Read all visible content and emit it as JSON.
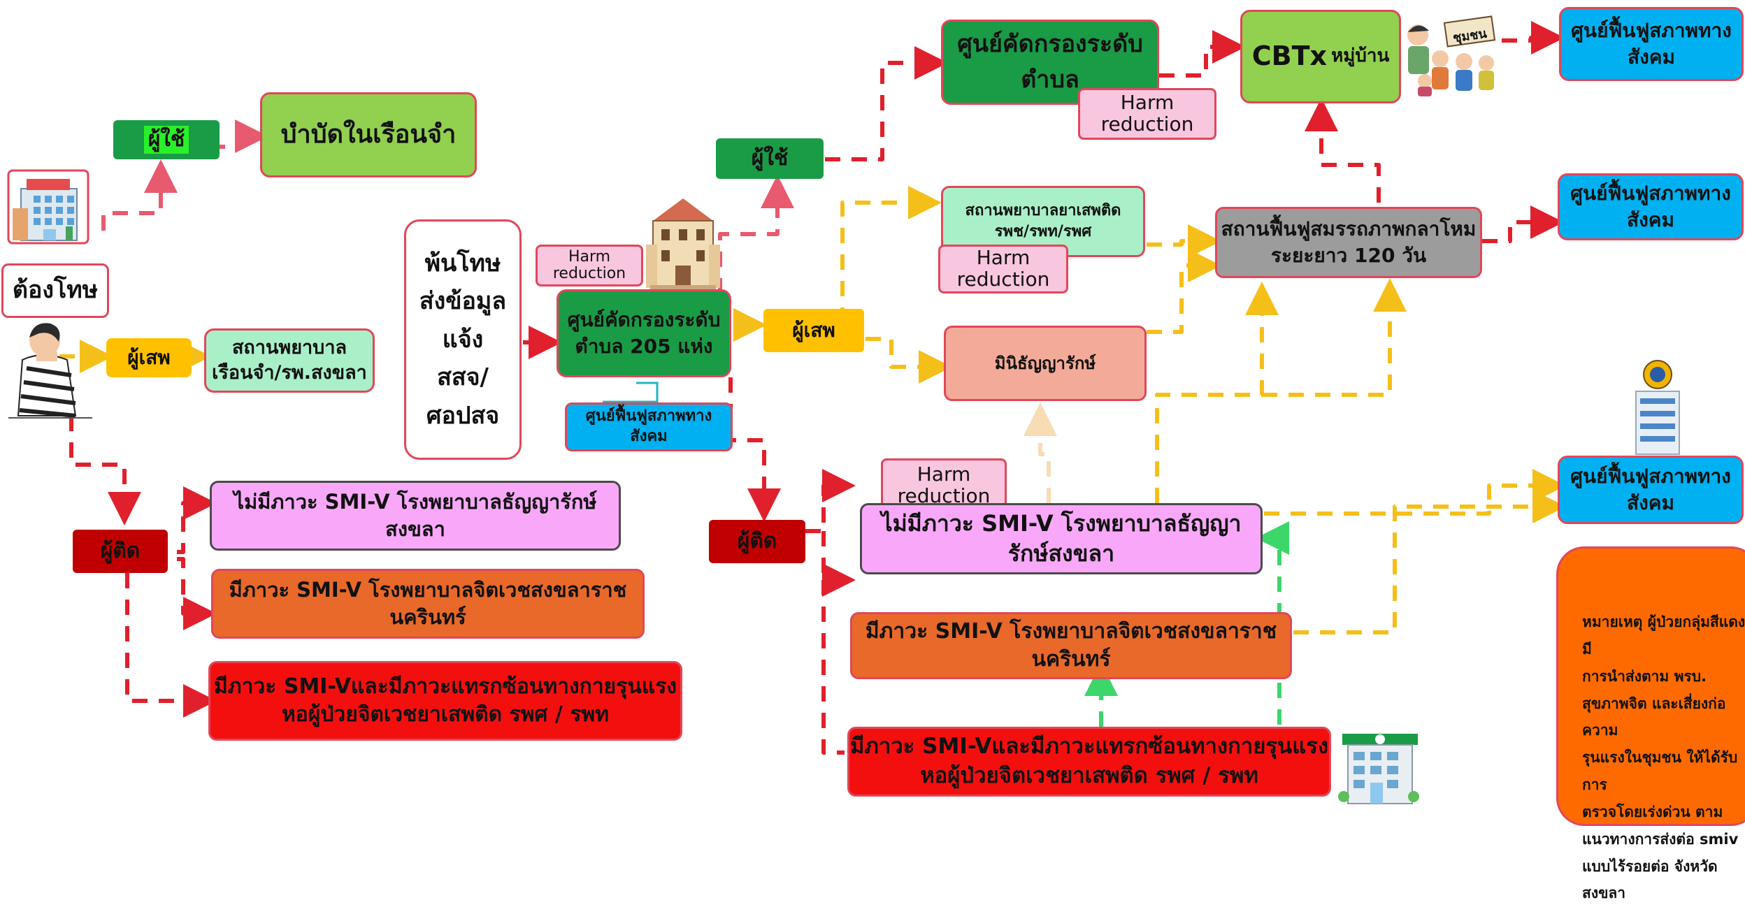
{
  "colors": {
    "red_arrow": "#e0202c",
    "yellow_arrow": "#f5bf1a",
    "green_arrow": "#3cd66a",
    "peach_arrow": "#f7dcb4",
    "pink_arrow": "#e85a6e",
    "teal_line": "#22b5c0",
    "light_green": "#92d050",
    "dark_green": "#1a9b46",
    "mint": "#a9f0c9",
    "salmon": "#f4aa98",
    "pink_box": "#f9a8f9",
    "harm_pink": "#f9c6df",
    "orange_box": "#e8692a",
    "red_box": "#f40f0f",
    "blue_box": "#00b0f0",
    "gray_box": "#9c9c9c",
    "yellow_tag": "#ffc000",
    "dark_red_tag": "#c00000",
    "note_orange": "#ff6a00"
  },
  "left": {
    "person_label": "ต้องโทษ",
    "user_tag": "ผู้ใช้",
    "user_target": "บำบัดในเรือนจำ",
    "addict_tag": "ผู้เสพ",
    "addict_target": [
      "สถานพยาบาล",
      "เรือนจำ/รพ.สงขลา"
    ],
    "dependent_tag": "ผู้ติด",
    "smi_none": "ไม่มีภาวะ SMI-V โรงพยาบาลธัญญารักษ์สงขลา",
    "smi_yes": "มีภาวะ SMI-V โรงพยาบาลจิตเวชสงขลาราชนครินทร์",
    "smi_violent": [
      "มีภาวะ SMI-Vและมีภาวะแทรกซ้อนทางกายรุนแรง",
      "หอผู้ป่วยจิตเวชยาเสพติด รพศ / รพท"
    ]
  },
  "release": {
    "text": [
      "พ้นโทษ",
      "ส่งข้อมูล",
      "แจ้ง",
      "สสจ/",
      "ศอปสจ"
    ],
    "harm": "Harm reduction",
    "screening": [
      "ศูนย์คัดกรองระดับ",
      "ตำบล 205 แห่ง"
    ],
    "rehab_small": [
      "ศูนย์ฟื้นฟูสภาพทาง",
      "สังคม"
    ]
  },
  "middle": {
    "user_tag": "ผู้ใช้",
    "addict_tag": "ผู้เสพ",
    "dependent_tag": "ผู้ติด",
    "tambon_screening": [
      "ศูนย์คัดกรองระดับ",
      "ตำบล"
    ],
    "harm_top": "Harm reduction",
    "clinic": [
      "สถานพยาบาลยาเสพติด",
      "รพช/รพท/รพศ"
    ],
    "harm_clinic": "Harm reduction",
    "mini_thanya": "มินิธัญญารักษ์",
    "harm_lower": "Harm reduction",
    "smi_none": "ไม่มีภาวะ SMI-V โรงพยาบาลธัญญารักษ์สงขลา",
    "smi_yes": "มีภาวะ SMI-V โรงพยาบาลจิตเวชสงขลาราชนครินทร์",
    "smi_violent": [
      "มีภาวะ SMI-Vและมีภาวะแทรกซ้อนทางกายรุนแรง",
      "หอผู้ป่วยจิตเวชยาเสพติด รพศ / รพท"
    ]
  },
  "right": {
    "cbtx": "CBTx",
    "cbtx_small": "หมู่บ้าน",
    "community_sign": "ชุมชน",
    "rehab_center": [
      "สถานฟื้นฟูสมรรถภาพกลาโหม",
      "ระยะยาว 120 วัน"
    ],
    "rehab_social_1": [
      "ศูนย์ฟื้นฟูสภาพทาง",
      "สังคม"
    ],
    "rehab_social_2": [
      "ศูนย์ฟื้นฟูสภาพทาง",
      "สังคม"
    ],
    "rehab_social_3": [
      "ศูนย์ฟื้นฟูสภาพทาง",
      "สังคม"
    ],
    "note": [
      "หมายเหตุ ผู้ป่วยกลุ่มสีแดงมี",
      "การนำส่งตาม พรบ.",
      "สุขภาพจิต และเสี่ยงก่อความ",
      "รุนแรงในชุมชน ให้ได้รับการ",
      "ตรวจโดยเร่งด่วน ตาม",
      "แนวทางการส่งต่อ smiv",
      "แบบไร้รอยต่อ จังหวัดสงขลา"
    ]
  },
  "icons": [
    "hospital-icon",
    "prisoner-icon",
    "mansion-icon",
    "community-people-icon",
    "government-building-icon",
    "clinic-building-icon"
  ]
}
